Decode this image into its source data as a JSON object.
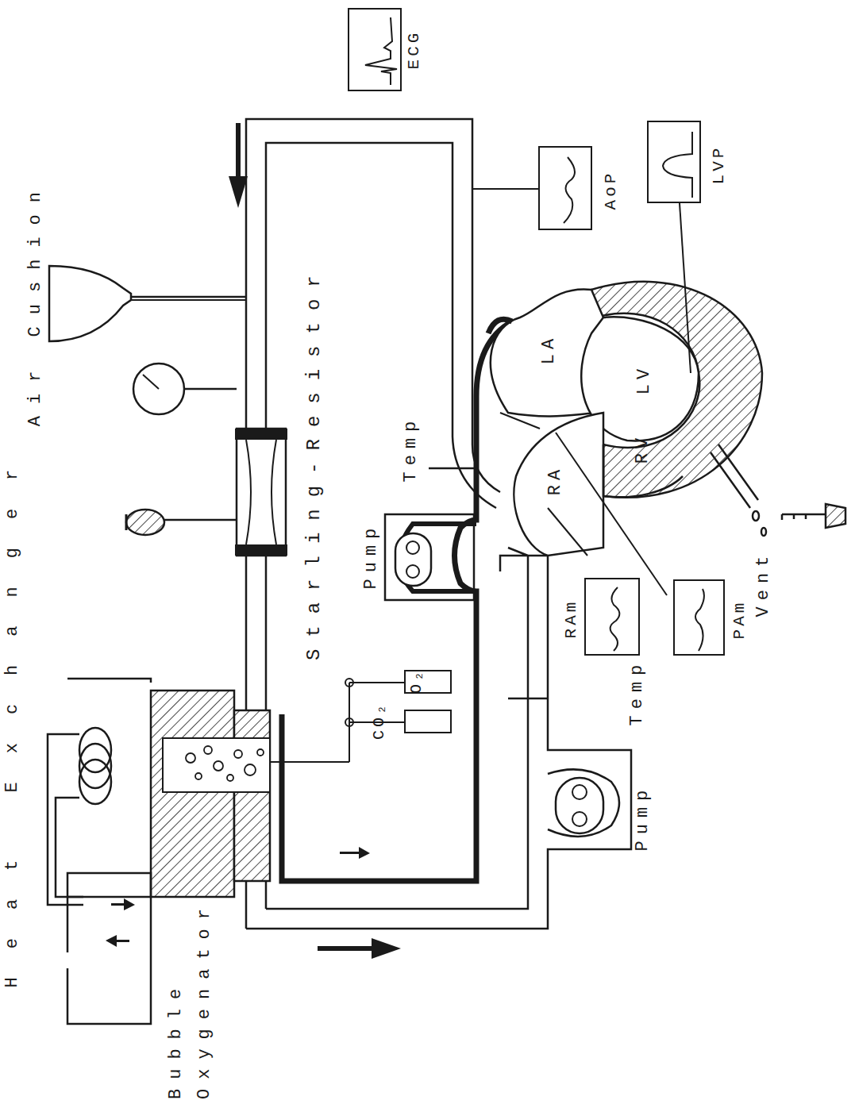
{
  "diagram": {
    "nodes": [
      {
        "text": [
          "ECG"
        ]
      },
      {
        "text": [
          "AoP"
        ]
      },
      {
        "text": [
          "LVP"
        ]
      },
      {
        "text": [
          "RAm"
        ]
      },
      {
        "text": [
          "PAm"
        ]
      }
    ],
    "labels": [
      "Heat Exchanger",
      "Bubble Oxygenator",
      "Air Cushion",
      "Starling-Resistor",
      "Pump",
      "Temp",
      "CO₂",
      "O₂",
      "Pump",
      "Temp",
      "LA",
      "LV",
      "RA",
      "RV",
      "Vent"
    ]
  }
}
